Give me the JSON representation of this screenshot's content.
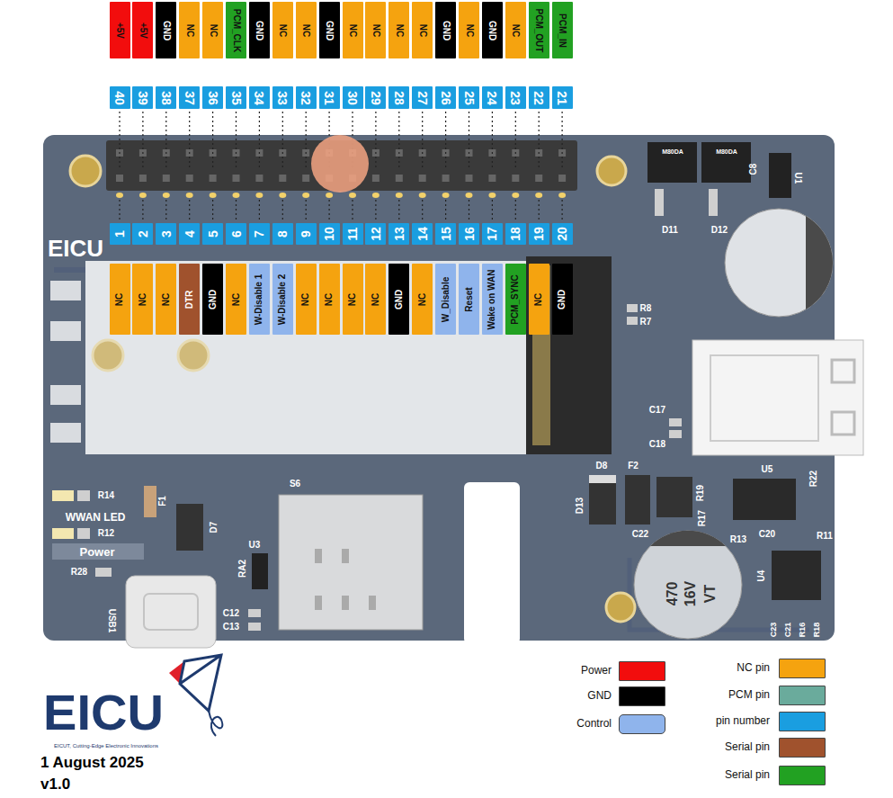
{
  "diagram": {
    "nodes": [
      {
        "text": [
          "+5V"
        ]
      },
      {
        "text": [
          "+5V"
        ]
      },
      {
        "text": [
          "GND"
        ]
      },
      {
        "text": [
          "NC"
        ]
      },
      {
        "text": [
          "NC"
        ]
      },
      {
        "text": [
          "PCM_CLK"
        ]
      },
      {
        "text": [
          "GND"
        ]
      },
      {
        "text": [
          "NC"
        ]
      },
      {
        "text": [
          "NC"
        ]
      },
      {
        "text": [
          "GND"
        ]
      },
      {
        "text": [
          "NC"
        ]
      },
      {
        "text": [
          "NC"
        ]
      },
      {
        "text": [
          "NC"
        ]
      },
      {
        "text": [
          "NC"
        ]
      },
      {
        "text": [
          "GND"
        ]
      },
      {
        "text": [
          "NC"
        ]
      },
      {
        "text": [
          "GND"
        ]
      },
      {
        "text": [
          "NC"
        ]
      },
      {
        "text": [
          "PCM_OUT"
        ]
      },
      {
        "text": [
          "PCM_IN"
        ]
      },
      {
        "text": [
          "40"
        ]
      },
      {
        "text": [
          "39"
        ]
      },
      {
        "text": [
          "38"
        ]
      },
      {
        "text": [
          "37"
        ]
      },
      {
        "text": [
          "36"
        ]
      },
      {
        "text": [
          "35"
        ]
      },
      {
        "text": [
          "34"
        ]
      },
      {
        "text": [
          "33"
        ]
      },
      {
        "text": [
          "32"
        ]
      },
      {
        "text": [
          "31"
        ]
      },
      {
        "text": [
          "30"
        ]
      },
      {
        "text": [
          "29"
        ]
      },
      {
        "text": [
          "28"
        ]
      },
      {
        "text": [
          "27"
        ]
      },
      {
        "text": [
          "26"
        ]
      },
      {
        "text": [
          "25"
        ]
      },
      {
        "text": [
          "24"
        ]
      },
      {
        "text": [
          "23"
        ]
      },
      {
        "text": [
          "22"
        ]
      },
      {
        "text": [
          "21"
        ]
      },
      {
        "text": [
          "1"
        ]
      },
      {
        "text": [
          "2"
        ]
      },
      {
        "text": [
          "3"
        ]
      },
      {
        "text": [
          "4"
        ]
      },
      {
        "text": [
          "5"
        ]
      },
      {
        "text": [
          "6"
        ]
      },
      {
        "text": [
          "7"
        ]
      },
      {
        "text": [
          "8"
        ]
      },
      {
        "text": [
          "9"
        ]
      },
      {
        "text": [
          "10"
        ]
      },
      {
        "text": [
          "11"
        ]
      },
      {
        "text": [
          "12"
        ]
      },
      {
        "text": [
          "13"
        ]
      },
      {
        "text": [
          "14"
        ]
      },
      {
        "text": [
          "15"
        ]
      },
      {
        "text": [
          "16"
        ]
      },
      {
        "text": [
          "17"
        ]
      },
      {
        "text": [
          "18"
        ]
      },
      {
        "text": [
          "19"
        ]
      },
      {
        "text": [
          "20"
        ]
      },
      {
        "text": [
          "NC"
        ]
      },
      {
        "text": [
          "NC"
        ]
      },
      {
        "text": [
          "NC"
        ]
      },
      {
        "text": [
          "DTR"
        ]
      },
      {
        "text": [
          "GND"
        ]
      },
      {
        "text": [
          "NC"
        ]
      },
      {
        "text": [
          "W-Disable 1"
        ]
      },
      {
        "text": [
          "W-Disable 2"
        ]
      },
      {
        "text": [
          "NC"
        ]
      },
      {
        "text": [
          "NC"
        ]
      },
      {
        "text": [
          "NC"
        ]
      },
      {
        "text": [
          "NC"
        ]
      },
      {
        "text": [
          "GND"
        ]
      },
      {
        "text": [
          "NC"
        ]
      },
      {
        "text": [
          "W_Disable"
        ]
      },
      {
        "text": [
          "Reset"
        ]
      },
      {
        "text": [
          "Wake on WAN"
        ]
      },
      {
        "text": [
          "PCM_SYNC"
        ]
      },
      {
        "text": [
          "NC"
        ]
      },
      {
        "text": [
          "GND"
        ]
      }
    ],
    "labels": [
      "EICU",
      "D11",
      "D12",
      "M80DA",
      "M80DA",
      "C8",
      "U1",
      "R8",
      "R7",
      "C17",
      "C18",
      "D8",
      "F2",
      "D13",
      "C22",
      "R19",
      "R17",
      "U5",
      "R22",
      "C20",
      "R11",
      "R13",
      "U4",
      "C23",
      "C21",
      "R16",
      "R18",
      "470",
      "16V",
      "VT",
      "R14",
      "WWAN LED",
      "R12",
      "Power",
      "F1",
      "D7",
      "R28",
      "S6",
      "U3",
      "RA2",
      "C12",
      "C13",
      "USB1",
      "EICU",
      "EICUT, Cutting-Edge Electronic Innovations",
      "1 August 2025",
      "v1.0"
    ],
    "legend": [
      {
        "text": "Power",
        "color": "#f20d0d"
      },
      {
        "text": "GND",
        "color": "#000000"
      },
      {
        "text": "Control",
        "color": "#8fb4ec"
      },
      {
        "text": "NC pin",
        "color": "#f5a30f"
      },
      {
        "text": "PCM pin",
        "color": "#6aab9c"
      },
      {
        "text": "pin number",
        "color": "#1a9ee0"
      },
      {
        "text": "Serial pin",
        "color": "#a0522d"
      },
      {
        "text": "Serial pin",
        "color": "#22a122"
      }
    ]
  }
}
